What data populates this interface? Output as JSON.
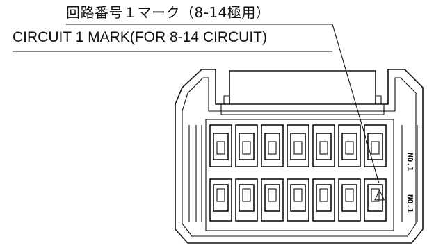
{
  "labels": {
    "jp": "回路番号１マーク（8-14極用）",
    "en": "CIRCUIT 1 MARK(FOR 8-14 CIRCUIT)"
  },
  "connector": {
    "rows": 2,
    "cavities_per_row": 7,
    "triangle_mark": "△",
    "side_marks": [
      "NO.1",
      "NO.1"
    ]
  }
}
